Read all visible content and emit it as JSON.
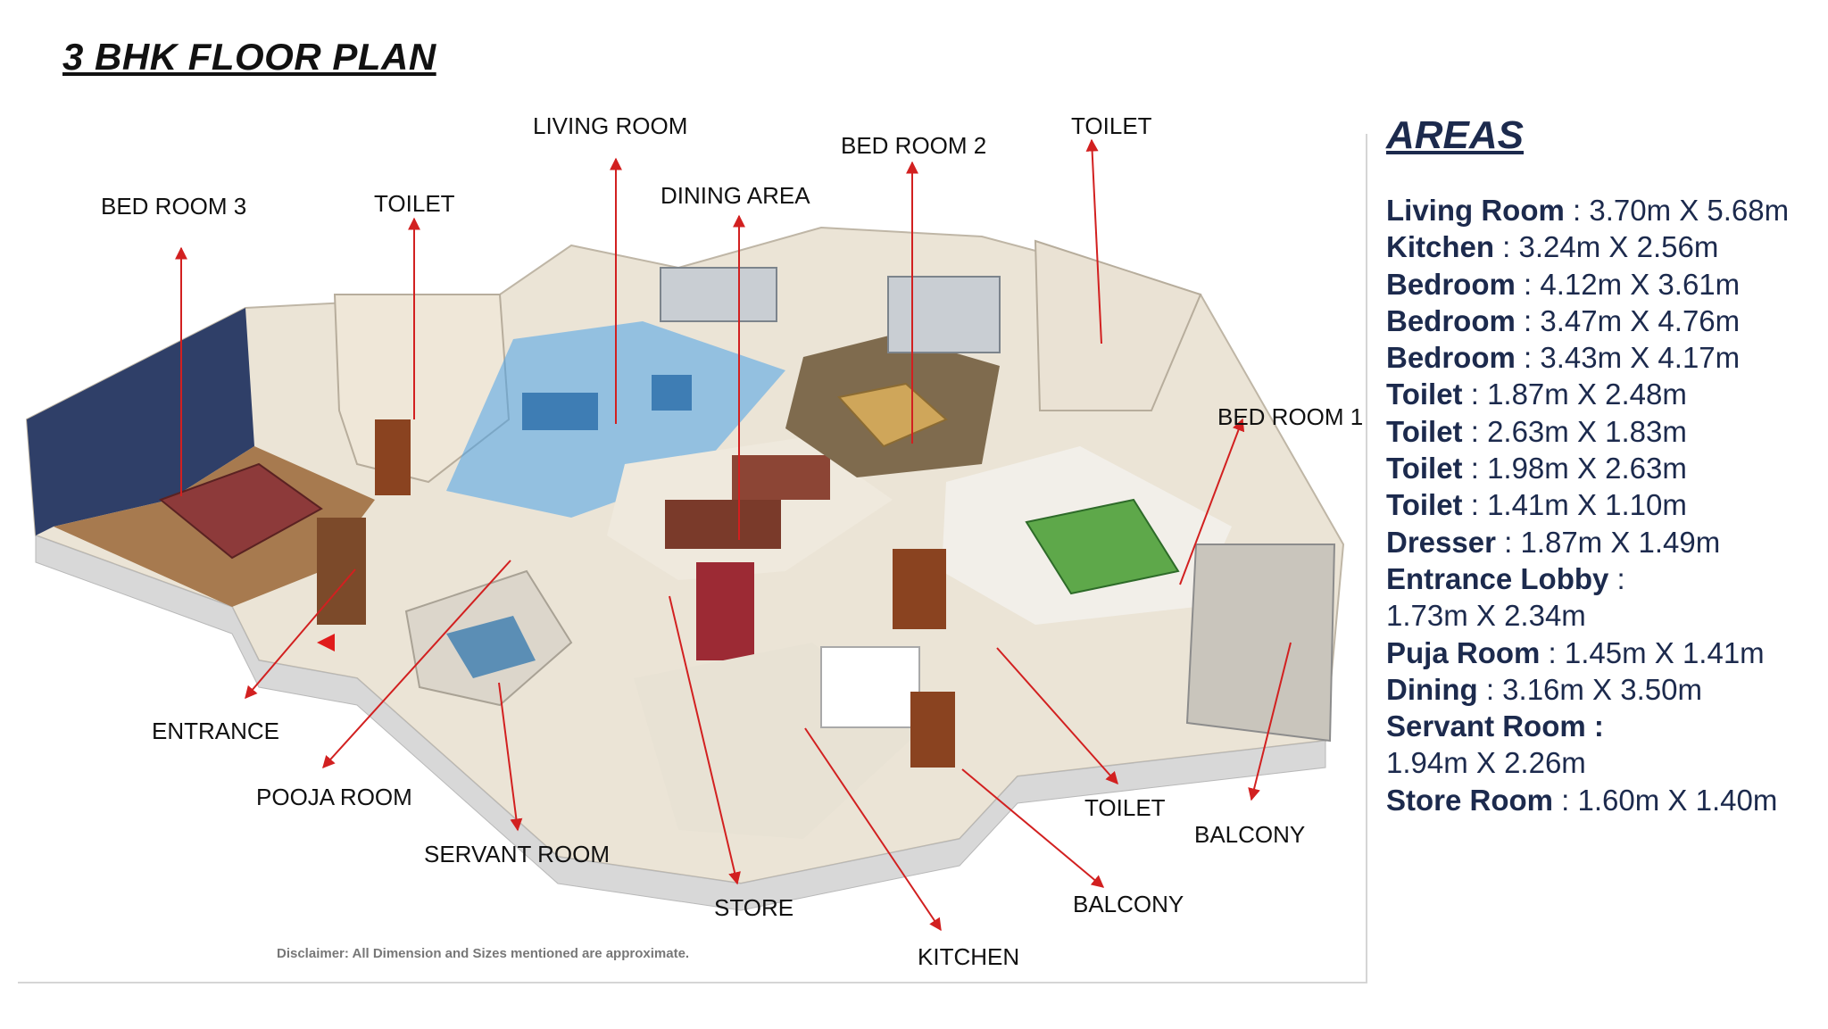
{
  "header": {
    "title": "3 BHK FLOOR PLAN"
  },
  "plan": {
    "labels": {
      "living_room": "LIVING ROOM",
      "bed_room_2": "BED ROOM 2",
      "toilet_top": "TOILET",
      "dining_area": "DINING AREA",
      "bed_room_3": "BED ROOM 3",
      "toilet_left": "TOILET",
      "bed_room_1": "BED ROOM 1",
      "entrance": "ENTRANCE",
      "pooja_room": "POOJA ROOM",
      "servant_room": "SERVANT ROOM",
      "store": "STORE",
      "kitchen": "KITCHEN",
      "balcony_bottom": "BALCONY",
      "toilet_bottom": "TOILET",
      "balcony_right": "BALCONY"
    },
    "disclaimer": "Disclaimer: All Dimension and Sizes mentioned are approximate.",
    "colors": {
      "arrow": "#d22020",
      "accent_wall": "#2f3f68",
      "living_highlight": "#4aa3ea"
    }
  },
  "areas": {
    "title": "AREAS",
    "items": [
      {
        "name": "Living Room",
        "sep": " : ",
        "value": "3.70m X 5.68m"
      },
      {
        "name": "Kitchen",
        "sep": " : ",
        "value": "3.24m X 2.56m"
      },
      {
        "name": "Bedroom",
        "sep": " : ",
        "value": "4.12m X 3.61m"
      },
      {
        "name": "Bedroom",
        "sep": " : ",
        "value": "3.47m X 4.76m"
      },
      {
        "name": "Bedroom",
        "sep": " : ",
        "value": "3.43m X 4.17m"
      },
      {
        "name": "Toilet",
        "sep": " : ",
        "value": "1.87m X 2.48m"
      },
      {
        "name": "Toilet",
        "sep": " : ",
        "value": "2.63m X 1.83m"
      },
      {
        "name": "Toilet",
        "sep": " : ",
        "value": "1.98m X 2.63m"
      },
      {
        "name": "Toilet",
        "sep": " : ",
        "value": "1.41m X 1.10m"
      },
      {
        "name": "Dresser",
        "sep": " : ",
        "value": "1.87m X 1.49m"
      },
      {
        "name": "Entrance Lobby",
        "sep": " :",
        "value": ""
      },
      {
        "name": "",
        "sep": "",
        "value": "1.73m X 2.34m"
      },
      {
        "name": "Puja Room",
        "sep": " : ",
        "value": "1.45m X 1.41m"
      },
      {
        "name": "Dining",
        "sep": " : ",
        "value": "3.16m X 3.50m"
      },
      {
        "name": "Servant Room :",
        "sep": "",
        "value": ""
      },
      {
        "name": "",
        "sep": "",
        "value": "1.94m X 2.26m"
      },
      {
        "name": "Store Room",
        "sep": " : ",
        "value": "1.60m X 1.40m"
      }
    ]
  }
}
